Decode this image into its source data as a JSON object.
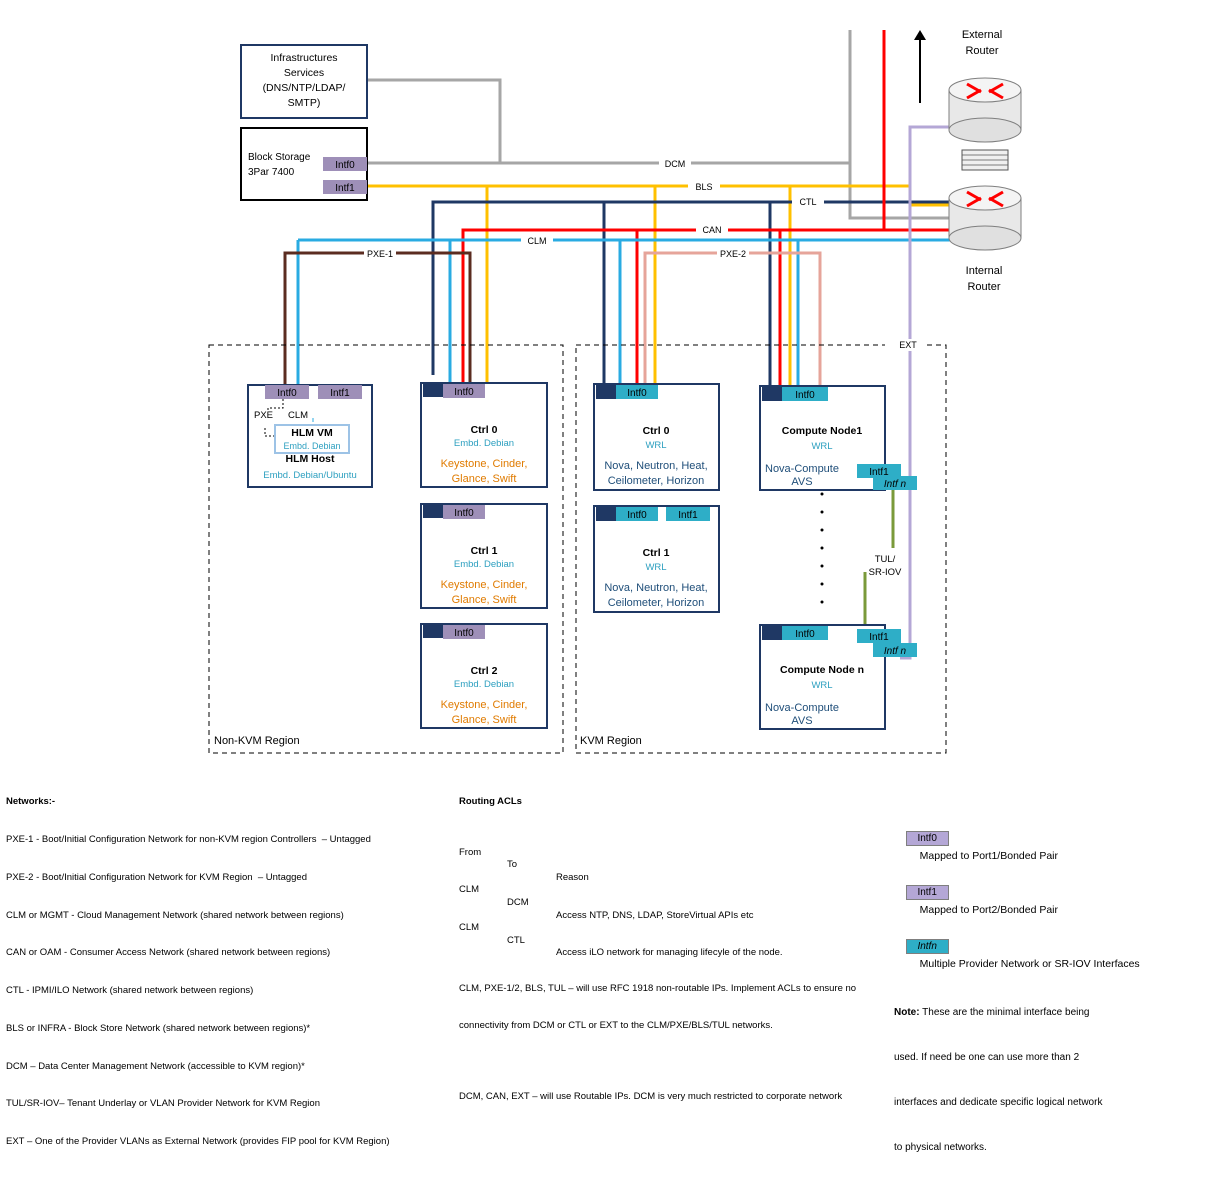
{
  "colors": {
    "navy": "#1f3864",
    "gray": "#a6a6a6",
    "red": "#ff0000",
    "yellow": "#ffc000",
    "skyblue": "#29abe2",
    "brown": "#5b2c20",
    "salmon": "#e6a49a",
    "lavender": "#b4a7d6",
    "purple_tag": "#9e8fb8",
    "teal_tag": "#2eaec7",
    "olive": "#7a9a3a",
    "teal_text": "#2ea0c0",
    "orange_text": "#e07b00",
    "dark_blue_text": "#1f4e79"
  },
  "infra": {
    "lines": [
      "Infrastructures",
      "Services",
      "(DNS/NTP/LDAP/",
      "SMTP)"
    ]
  },
  "block_storage": {
    "line1": "Block Storage",
    "line2": "3Par 7400",
    "intf0": "Intf0",
    "intf1": "Intf1"
  },
  "routers": {
    "external": [
      "External",
      "Router"
    ],
    "internal": [
      "Internal",
      "Router"
    ]
  },
  "network_labels": {
    "dcm": "DCM",
    "bls": "BLS",
    "ctl": "CTL",
    "can": "CAN",
    "clm": "CLM",
    "pxe1": "PXE-1",
    "pxe2": "PXE-2",
    "ext": "EXT"
  },
  "regions": {
    "non_kvm": "Non-KVM Region",
    "kvm": "KVM Region"
  },
  "hlm": {
    "intf0": "Intf0",
    "intf1": "Intf1",
    "pxe": "PXE",
    "clm": "CLM",
    "vm_title": "HLM VM",
    "vm_os": "Embd. Debian",
    "host_title": "HLM Host",
    "host_os": "Embd. Debian/Ubuntu"
  },
  "ctrl_nonkvm": [
    {
      "intf": "Intf0",
      "name": "Ctrl 0",
      "os": "Embd. Debian",
      "services": [
        "Keystone, Cinder,",
        "Glance, Swift"
      ]
    },
    {
      "intf": "Intf0",
      "name": "Ctrl 1",
      "os": "Embd. Debian",
      "services": [
        "Keystone, Cinder,",
        "Glance, Swift"
      ]
    },
    {
      "intf": "Intf0",
      "name": "Ctrl 2",
      "os": "Embd. Debian",
      "services": [
        "Keystone, Cinder,",
        "Glance, Swift"
      ]
    }
  ],
  "ctrl_kvm": [
    {
      "intf0": "Intf0",
      "intf1": "",
      "name": "Ctrl 0",
      "os": "WRL",
      "services": [
        "Nova, Neutron, Heat,",
        "Ceilometer, Horizon"
      ]
    },
    {
      "intf0": "Intf0",
      "intf1": "Intf1",
      "name": "Ctrl 1",
      "os": "WRL",
      "services": [
        "Nova, Neutron, Heat,",
        "Ceilometer, Horizon"
      ]
    }
  ],
  "compute": [
    {
      "intf0": "Intf0",
      "intf1": "Intf1",
      "intfn": "Intf n",
      "name": "Compute Node1",
      "os": "WRL",
      "services": [
        "Nova-Compute",
        "AVS"
      ]
    },
    {
      "intf0": "Intf0",
      "intf1": "Intf1",
      "intfn": "Intf n",
      "name": "Compute Node n",
      "os": "WRL",
      "services": [
        "Nova-Compute",
        "AVS"
      ]
    }
  ],
  "tul_label": [
    "TUL/",
    "SR-IOV"
  ],
  "legend_networks": {
    "title": "Networks:-",
    "lines": [
      "PXE-1 - Boot/Initial Configuration Network for non-KVM region Controllers  – Untagged",
      "PXE-2 - Boot/Initial Configuration Network for KVM Region  – Untagged",
      "CLM or MGMT - Cloud Management Network (shared network between regions)",
      "CAN or OAM - Consumer Access Network (shared network between regions)",
      "CTL - IPMI/ILO Network (shared network between regions)",
      "BLS or INFRA - Block Store Network (shared network between regions)*",
      "DCM – Data Center Management Network (accessible to KVM region)*",
      "TUL/SR-IOV– Tenant Underlay or VLAN Provider Network for KVM Region",
      "EXT – One of the Provider VLANs as External Network (provides FIP pool for KVM Region)"
    ]
  },
  "legend_acl": {
    "title": "Routing ACLs",
    "headers": [
      "From",
      "To",
      "Reason"
    ],
    "rows": [
      [
        "CLM",
        "DCM",
        "Access NTP, DNS, LDAP, StoreVirtual APIs etc"
      ],
      [
        "CLM",
        "CTL",
        "Access iLO network for managing lifecyle of the node."
      ]
    ],
    "note1": [
      "CLM, PXE-1/2, BLS, TUL – will use RFC 1918 non-routable IPs. Implement ACLs to ensure no",
      "connectivity from DCM or CTL or EXT to the CLM/PXE/BLS/TUL networks."
    ],
    "note2": "DCM, CAN, EXT – will use Routable IPs. DCM is very much restricted to corporate network"
  },
  "legend_intf": [
    {
      "tag": "Intf0",
      "text": "Mapped to Port1/Bonded Pair",
      "kind": "purple"
    },
    {
      "tag": "Intf1",
      "text": "Mapped to Port2/Bonded Pair",
      "kind": "purple"
    },
    {
      "tag": "Intfn",
      "text": "Multiple Provider Network or SR-IOV Interfaces",
      "kind": "teal"
    }
  ],
  "legend_note": {
    "bold": "Note:",
    "lines": [
      " These are the minimal interface being",
      "used. If need be one can use more than 2",
      "interfaces and dedicate specific logical network",
      "to physical networks."
    ]
  }
}
